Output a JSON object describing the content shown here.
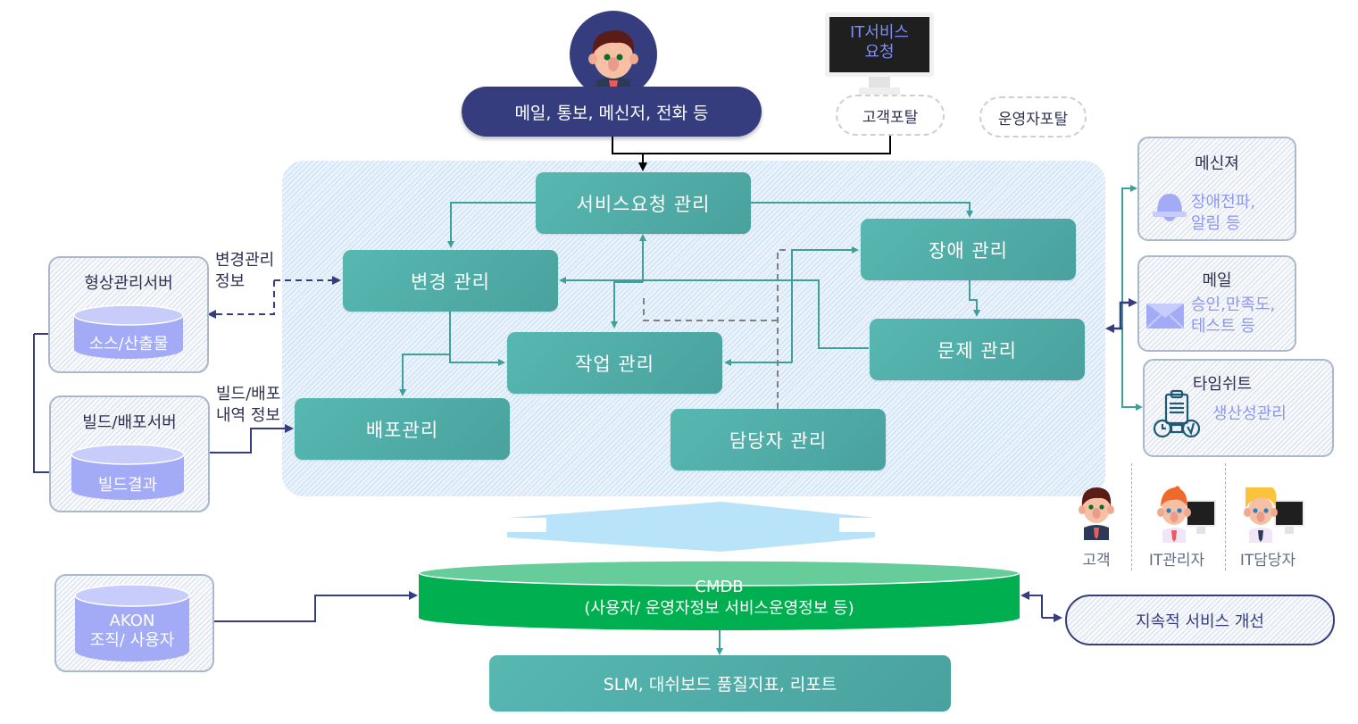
{
  "top": {
    "contact_channels": "메일, 통보, 메신저, 전화 등",
    "monitor_text_line1": "IT서비스",
    "monitor_text_line2": "요청",
    "customer_portal": "고객포탈",
    "operator_portal": "운영자포탈"
  },
  "processes": {
    "service_request": "서비스요청 관리",
    "change": "변경 관리",
    "incident": "장애 관리",
    "problem": "문제 관리",
    "task": "작업 관리",
    "deployment": "배포관리",
    "assignee": "담당자 관리"
  },
  "left": {
    "config_server": {
      "title": "형상관리서버",
      "db": "소스/산출물"
    },
    "build_server": {
      "title": "빌드/배포서버",
      "db": "빌드결과"
    },
    "change_info_line1": "변경관리",
    "change_info_line2": "정보",
    "build_info_line1": "빌드/배포",
    "build_info_line2": "내역 정보",
    "akon": {
      "line1": "AKON",
      "line2": "조직/ 사용자"
    }
  },
  "right": {
    "messenger": {
      "title": "메신져",
      "desc_line1": "장애전파,",
      "desc_line2": "알림 등",
      "icon": "bell-icon"
    },
    "mail": {
      "title": "메일",
      "desc_line1": "승인,만족도,",
      "desc_line2": "테스트 등",
      "icon": "envelope-icon"
    },
    "timesheet": {
      "title": "타임쉬트",
      "desc_line1": "생산성관리",
      "icon": "clipboard-clock-icon"
    }
  },
  "personas": [
    {
      "label": "고객",
      "icon": "customer-avatar-icon"
    },
    {
      "label": "IT관리자",
      "icon": "it-manager-avatar-icon"
    },
    {
      "label": "IT담당자",
      "icon": "it-staff-avatar-icon"
    }
  ],
  "bottom": {
    "cmdb_line1": "CMDB",
    "cmdb_line2": "(사용자/ 운영자정보  서비스운영정보 등)",
    "reports": "SLM, 대쉬보드   품질지표,  리포트",
    "continuous_improvement": "지속적 서비스 개선"
  },
  "colors": {
    "navy": "#353d7e",
    "teal": "#4aa19e",
    "teal_line": "#3f9f9a",
    "cmdb_green": "#00b050",
    "cmdb_top": "#66cc99",
    "db_purple": "#a3abf7",
    "arrow_blue": "#b9e3f9",
    "dashed_grey": "#808080"
  }
}
